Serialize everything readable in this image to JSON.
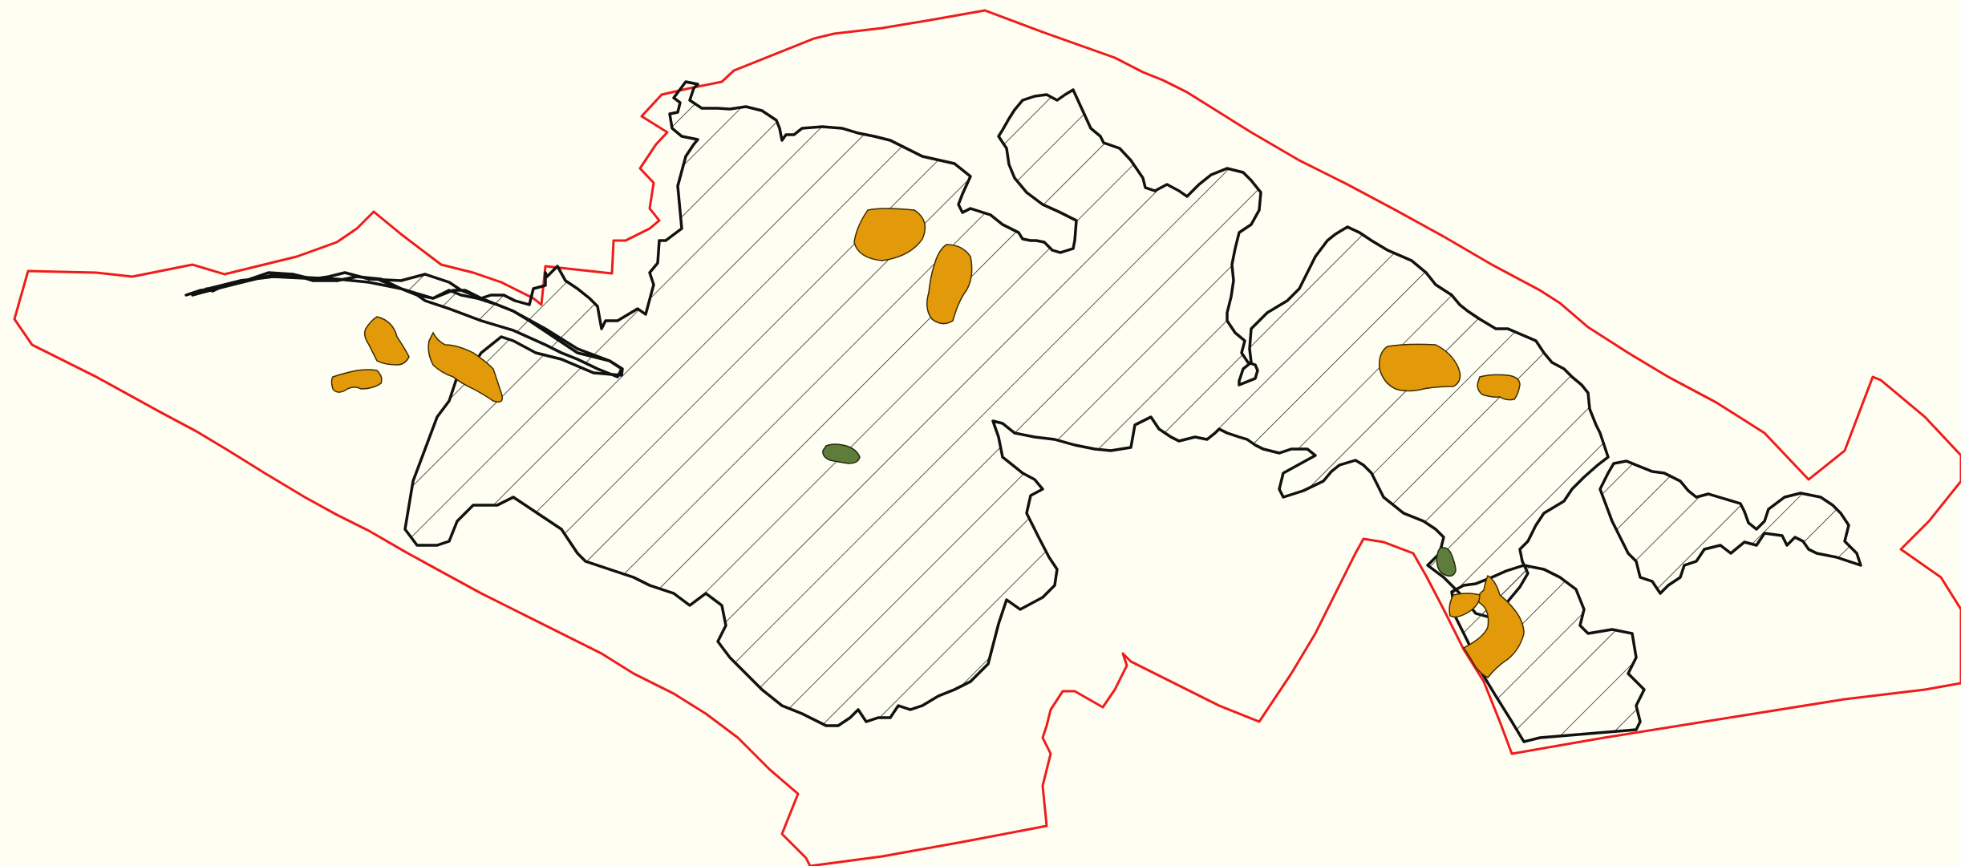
{
  "map": {
    "colors": {
      "background": "#fffef2",
      "study_boundary": "#ee1c1c",
      "region_outline": "#111111",
      "hatch": "#222222",
      "orange_patch": "#e39a0a",
      "green_patch": "#5e7d3a"
    },
    "layers": [
      {
        "name": "study-area-boundary",
        "style": "red outline"
      },
      {
        "name": "hatched-regions",
        "style": "black outline with diagonal hatching"
      },
      {
        "name": "orange-patches",
        "style": "orange fill",
        "count": 9
      },
      {
        "name": "green-patches",
        "style": "dark green fill",
        "count": 2
      }
    ]
  }
}
